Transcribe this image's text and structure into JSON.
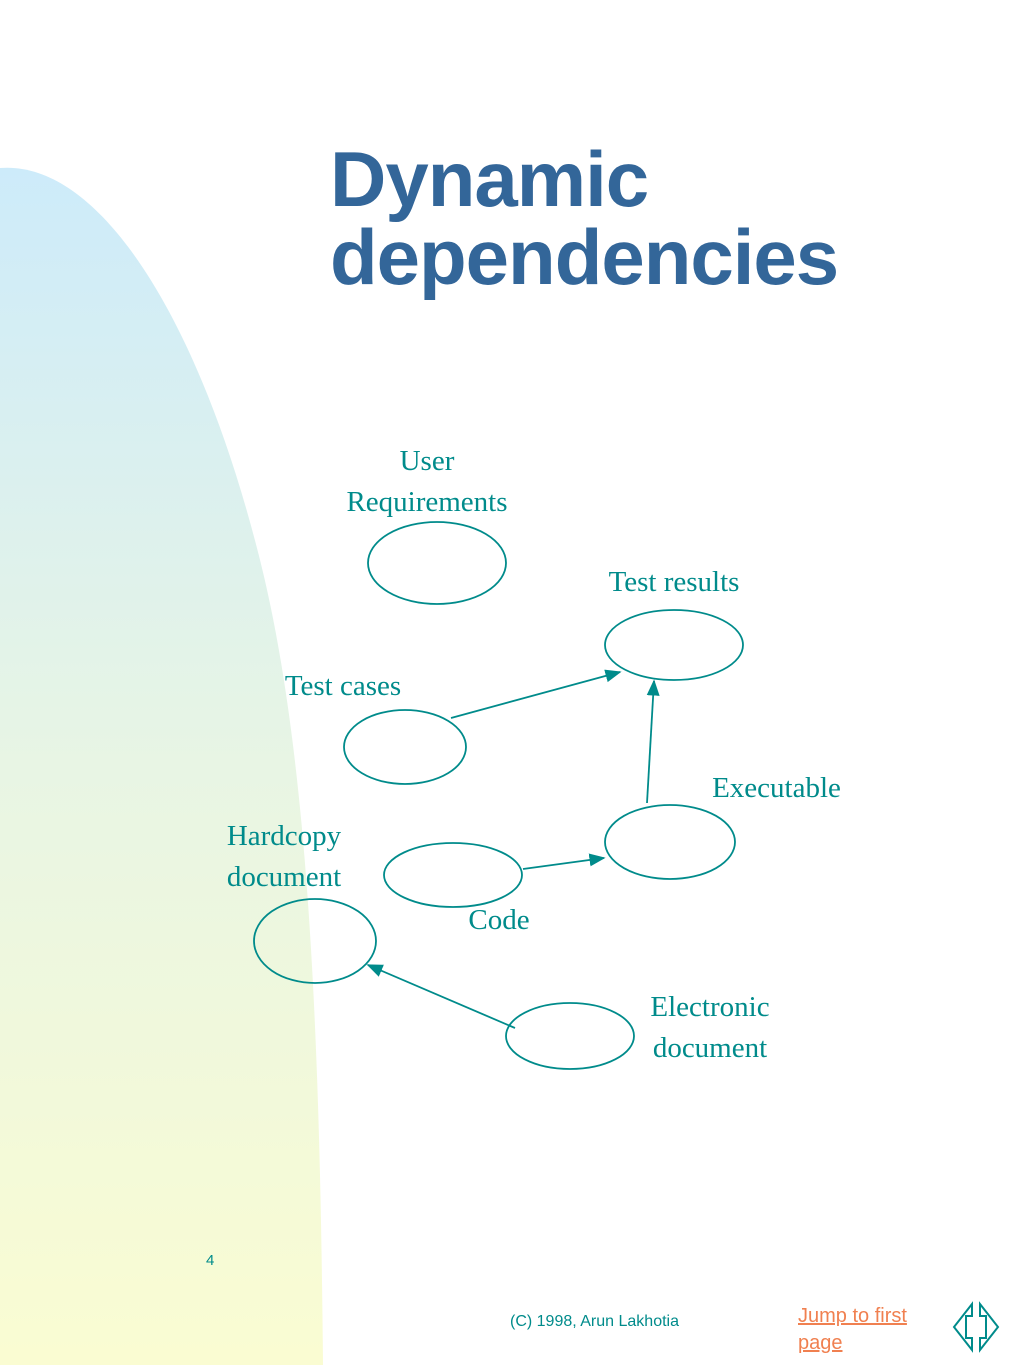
{
  "slide": {
    "title_line1": "Dynamic",
    "title_line2": "dependencies",
    "page_number": "4",
    "copyright": "(C) 1998, Arun Lakhotia",
    "jump_link": "Jump to first page"
  },
  "diagram": {
    "nodes": [
      {
        "id": "user-requirements",
        "label_lines": [
          "User",
          "Requirements"
        ]
      },
      {
        "id": "test-results",
        "label_lines": [
          "Test results"
        ]
      },
      {
        "id": "test-cases",
        "label_lines": [
          "Test cases"
        ]
      },
      {
        "id": "executable",
        "label_lines": [
          "Executable"
        ]
      },
      {
        "id": "hardcopy-document",
        "label_lines": [
          "Hardcopy",
          "document"
        ]
      },
      {
        "id": "code",
        "label_lines": [
          "Code"
        ]
      },
      {
        "id": "electronic-document",
        "label_lines": [
          "Electronic",
          "document"
        ]
      }
    ],
    "edges": [
      {
        "from": "test-cases",
        "to": "test-results"
      },
      {
        "from": "executable",
        "to": "test-results"
      },
      {
        "from": "code",
        "to": "executable"
      },
      {
        "from": "electronic-document",
        "to": "hardcopy-document"
      }
    ]
  },
  "colors": {
    "title": "#336699",
    "diagram": "#008B8B",
    "link": "#F08050",
    "background_top": "#CDEBFA",
    "background_bottom": "#FAFCD2"
  },
  "icons": {
    "navigation": "prev-next-arrows-icon"
  }
}
